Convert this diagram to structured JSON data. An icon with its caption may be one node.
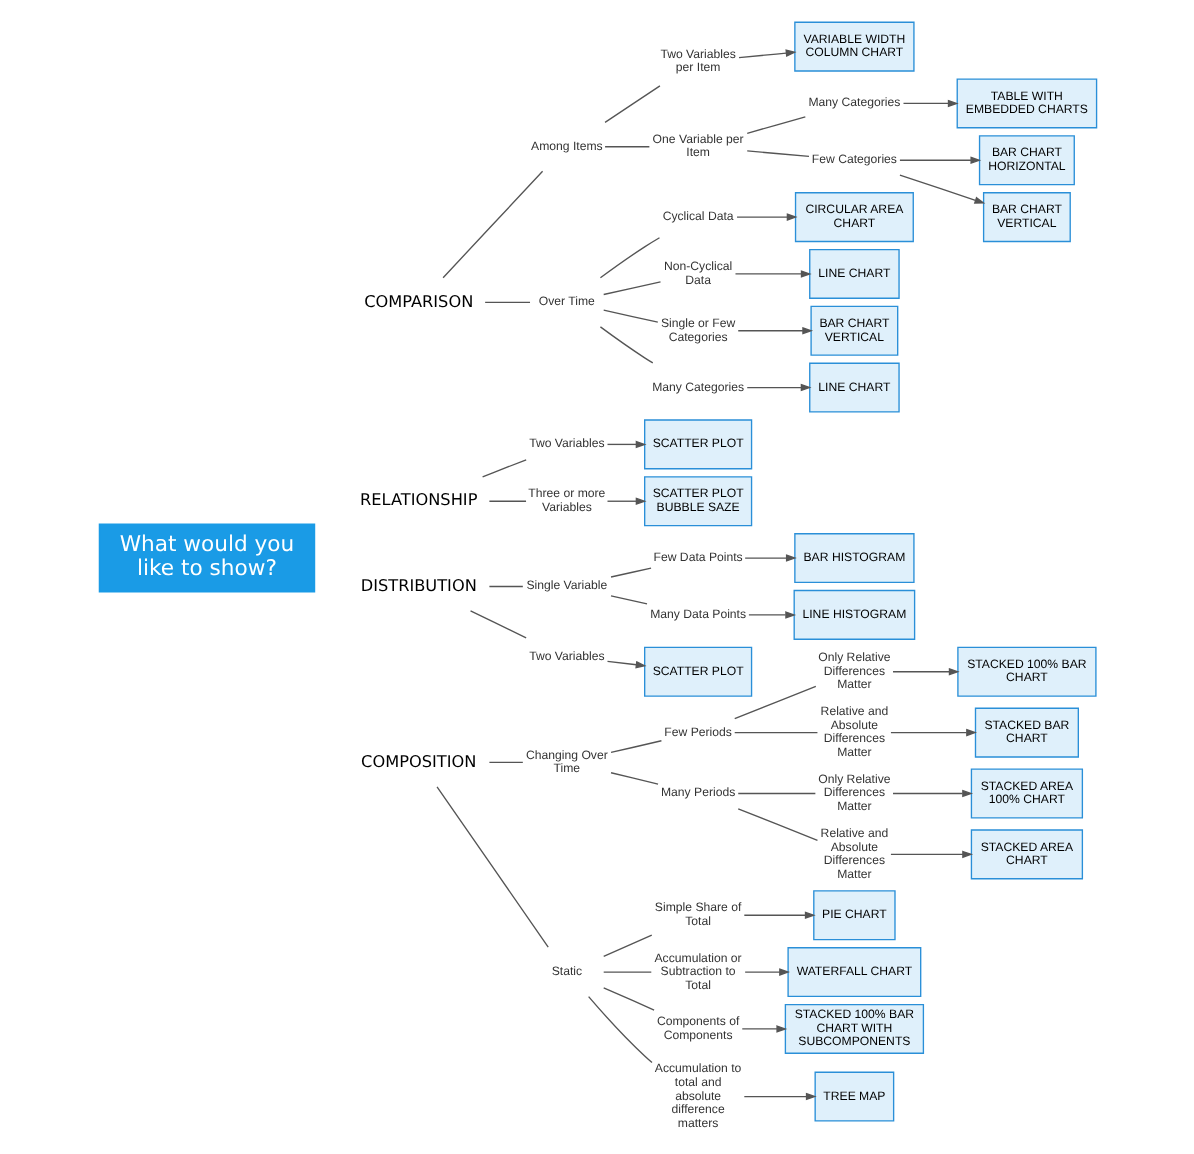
{
  "diagram": {
    "nodes": [
      {
        "text": [
          "What would you like to show?"
        ]
      },
      {
        "text": [
          "COMPARISON"
        ]
      },
      {
        "text": [
          "RELATIONSHIP"
        ]
      },
      {
        "text": [
          "DISTRIBUTION"
        ]
      },
      {
        "text": [
          "COMPOSITION"
        ]
      },
      {
        "text": [
          "Among Items"
        ]
      },
      {
        "text": [
          "Over Time"
        ]
      },
      {
        "text": [
          "Two Variables per Item"
        ]
      },
      {
        "text": [
          "One Variable per Item"
        ]
      },
      {
        "text": [
          "Many Categories"
        ]
      },
      {
        "text": [
          "Few Categories"
        ]
      },
      {
        "text": [
          "VARIABLE WIDTH COLUMN CHART"
        ]
      },
      {
        "text": [
          "TABLE WITH EMBEDDED CHARTS"
        ]
      },
      {
        "text": [
          "BAR CHART HORIZONTAL"
        ]
      },
      {
        "text": [
          "BAR CHART VERTICAL"
        ]
      },
      {
        "text": [
          "Cyclical Data"
        ]
      },
      {
        "text": [
          "Non-Cyclical Data"
        ]
      },
      {
        "text": [
          "Single or Few Categories"
        ]
      },
      {
        "text": [
          "Many Categories"
        ]
      },
      {
        "text": [
          "CIRCULAR AREA CHART"
        ]
      },
      {
        "text": [
          "LINE CHART"
        ]
      },
      {
        "text": [
          "BAR CHART VERTICAL"
        ]
      },
      {
        "text": [
          "LINE CHART"
        ]
      },
      {
        "text": [
          "Two Variables"
        ]
      },
      {
        "text": [
          "Three or more Variables"
        ]
      },
      {
        "text": [
          "SCATTER PLOT"
        ]
      },
      {
        "text": [
          "SCATTER PLOT BUBBLE SAZE"
        ]
      },
      {
        "text": [
          "Single Variable"
        ]
      },
      {
        "text": [
          "Two Variables"
        ]
      },
      {
        "text": [
          "Few Data Points"
        ]
      },
      {
        "text": [
          "Many Data Points"
        ]
      },
      {
        "text": [
          "BAR HISTOGRAM"
        ]
      },
      {
        "text": [
          "LINE HISTOGRAM"
        ]
      },
      {
        "text": [
          "SCATTER PLOT"
        ]
      },
      {
        "text": [
          "Changing Over Time"
        ]
      },
      {
        "text": [
          "Static"
        ]
      },
      {
        "text": [
          "Few Periods"
        ]
      },
      {
        "text": [
          "Many Periods"
        ]
      },
      {
        "text": [
          "Only Relative Differences Matter"
        ]
      },
      {
        "text": [
          "Relative and Absolute Differences Matter"
        ]
      },
      {
        "text": [
          "Only Relative Differences Matter"
        ]
      },
      {
        "text": [
          "Relative and Absolute Differences Matter"
        ]
      },
      {
        "text": [
          "Simple Share of Total"
        ]
      },
      {
        "text": [
          "Accumulation or Subtraction to Total"
        ]
      },
      {
        "text": [
          "Components of Components"
        ]
      },
      {
        "text": [
          "Accumulation to total and absolute difference matters"
        ]
      },
      {
        "text": [
          "STACKED 100% BAR CHART"
        ]
      },
      {
        "text": [
          "STACKED BAR CHART"
        ]
      },
      {
        "text": [
          "STACKED AREA 100% CHART"
        ]
      },
      {
        "text": [
          "STACKED AREA CHART"
        ]
      },
      {
        "text": [
          "PIE CHART"
        ]
      },
      {
        "text": [
          "WATERFALL CHART"
        ]
      },
      {
        "text": [
          "STACKED 100% BAR CHART WITH SUBCOMPONENTS"
        ]
      },
      {
        "text": [
          "TREE MAP"
        ]
      }
    ],
    "edges": [
      {
        "from": 1,
        "to": 5,
        "arrow": "none"
      },
      {
        "from": 1,
        "to": 6,
        "arrow": "none"
      },
      {
        "from": 5,
        "to": 7,
        "arrow": "none"
      },
      {
        "from": 5,
        "to": 8,
        "arrow": "none"
      },
      {
        "from": 7,
        "to": 11,
        "arrow": "to"
      },
      {
        "from": 8,
        "to": 9,
        "arrow": "none"
      },
      {
        "from": 8,
        "to": 10,
        "arrow": "none"
      },
      {
        "from": 9,
        "to": 12,
        "arrow": "to"
      },
      {
        "from": 10,
        "to": 13,
        "arrow": "to"
      },
      {
        "from": 10,
        "to": 14,
        "arrow": "to"
      },
      {
        "from": 6,
        "to": 15,
        "arrow": "none"
      },
      {
        "from": 6,
        "to": 16,
        "arrow": "none"
      },
      {
        "from": 6,
        "to": 17,
        "arrow": "none"
      },
      {
        "from": 6,
        "to": 18,
        "arrow": "none"
      },
      {
        "from": 15,
        "to": 19,
        "arrow": "to"
      },
      {
        "from": 16,
        "to": 20,
        "arrow": "to"
      },
      {
        "from": 17,
        "to": 21,
        "arrow": "to"
      },
      {
        "from": 18,
        "to": 22,
        "arrow": "to"
      },
      {
        "from": 2,
        "to": 23,
        "arrow": "none"
      },
      {
        "from": 2,
        "to": 24,
        "arrow": "none"
      },
      {
        "from": 23,
        "to": 25,
        "arrow": "to"
      },
      {
        "from": 24,
        "to": 26,
        "arrow": "to"
      },
      {
        "from": 3,
        "to": 27,
        "arrow": "none"
      },
      {
        "from": 3,
        "to": 28,
        "arrow": "none"
      },
      {
        "from": 27,
        "to": 29,
        "arrow": "none"
      },
      {
        "from": 27,
        "to": 30,
        "arrow": "none"
      },
      {
        "from": 29,
        "to": 31,
        "arrow": "to"
      },
      {
        "from": 30,
        "to": 32,
        "arrow": "to"
      },
      {
        "from": 28,
        "to": 33,
        "arrow": "to"
      },
      {
        "from": 4,
        "to": 34,
        "arrow": "none"
      },
      {
        "from": 4,
        "to": 35,
        "arrow": "none"
      },
      {
        "from": 34,
        "to": 36,
        "arrow": "none"
      },
      {
        "from": 34,
        "to": 37,
        "arrow": "none"
      },
      {
        "from": 36,
        "to": 38,
        "arrow": "none"
      },
      {
        "from": 36,
        "to": 39,
        "arrow": "none"
      },
      {
        "from": 37,
        "to": 40,
        "arrow": "none"
      },
      {
        "from": 37,
        "to": 41,
        "arrow": "none"
      },
      {
        "from": 35,
        "to": 42,
        "arrow": "none"
      },
      {
        "from": 35,
        "to": 43,
        "arrow": "none"
      },
      {
        "from": 35,
        "to": 44,
        "arrow": "none"
      },
      {
        "from": 35,
        "to": 45,
        "arrow": "none"
      },
      {
        "from": 38,
        "to": 46,
        "arrow": "to"
      },
      {
        "from": 39,
        "to": 47,
        "arrow": "to"
      },
      {
        "from": 40,
        "to": 48,
        "arrow": "to"
      },
      {
        "from": 41,
        "to": 49,
        "arrow": "to"
      },
      {
        "from": 42,
        "to": 50,
        "arrow": "to"
      },
      {
        "from": 43,
        "to": 51,
        "arrow": "to"
      },
      {
        "from": 44,
        "to": 52,
        "arrow": "to"
      },
      {
        "from": 45,
        "to": 53,
        "arrow": "to"
      }
    ]
  }
}
